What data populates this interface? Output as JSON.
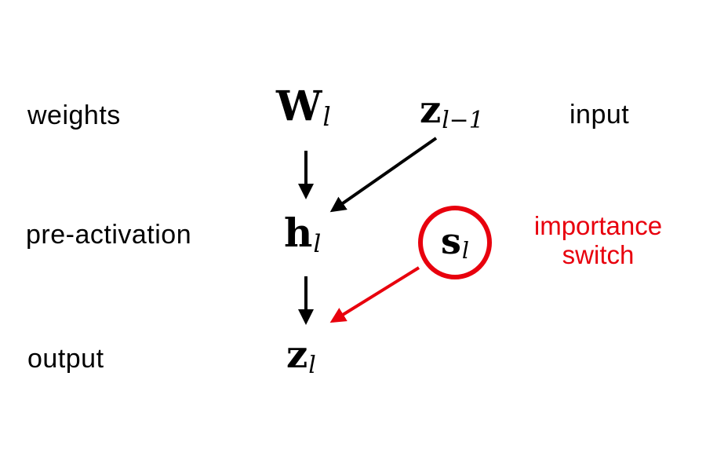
{
  "labels": {
    "weights": "weights",
    "input": "input",
    "pre_activation": "pre-activation",
    "output": "output"
  },
  "annotation": {
    "line1": "importance",
    "line2": "switch"
  },
  "nodes": {
    "W": {
      "base": "W",
      "sub": "l"
    },
    "z_prev": {
      "base": "z",
      "sub": "l−1"
    },
    "h": {
      "base": "h",
      "sub": "l"
    },
    "s": {
      "base": "s",
      "sub": "l"
    },
    "z_out": {
      "base": "z",
      "sub": "l"
    }
  },
  "colors": {
    "accent_red": "#e8000d",
    "ink": "#000000"
  }
}
